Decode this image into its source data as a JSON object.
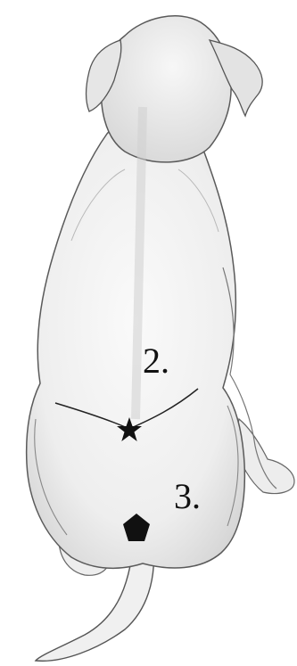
{
  "diagram": {
    "markers": [
      {
        "id": "star",
        "label": "2.",
        "shape": "star",
        "color": "#111111"
      },
      {
        "id": "pentagon",
        "label": "3.",
        "shape": "pentagon",
        "color": "#111111"
      }
    ],
    "colors": {
      "outline": "#555555",
      "shade": "#cfcfcf",
      "fill": "#f4f4f4",
      "marker": "#111111"
    }
  }
}
